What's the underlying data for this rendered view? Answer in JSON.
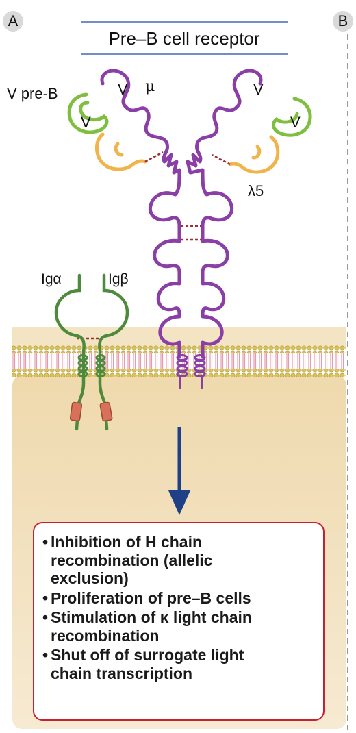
{
  "panels": {
    "a": "A",
    "b": "B"
  },
  "title": "Pre–B cell receptor",
  "labels": {
    "v_pre_b": "V pre-B",
    "v_left_heavy": "V",
    "mu": "μ",
    "v_left_light": "V",
    "v_right_heavy": "V",
    "v_right_light": "V",
    "lambda5": "λ5",
    "ig_alpha": "Igα",
    "ig_beta": "Igβ"
  },
  "results": [
    {
      "line1": "Inhibition of H chain",
      "rest": [
        "recombination (allelic",
        "exclusion)"
      ]
    },
    {
      "line1": "Proliferation of pre–B cells",
      "rest": []
    },
    {
      "line1": "Stimulation of κ light chain",
      "rest": [
        "recombination"
      ]
    },
    {
      "line1": "Shut off of surrogate light",
      "rest": [
        "chain transcription"
      ]
    }
  ],
  "colors": {
    "heavy_chain": "#8a3ea6",
    "surrogate_v": "#7fbf3f",
    "lambda5": "#f0b44a",
    "ig_alpha_beta": "#4e8a3c",
    "membrane_head": "#d9c35a",
    "membrane_tail": "#e8a6b6",
    "cytoplasm": "#f5e6c8",
    "arrow": "#1f3f86",
    "result_border": "#c8202f",
    "title_rule": "#6f8fc6",
    "disulfide": "#9c3030"
  }
}
